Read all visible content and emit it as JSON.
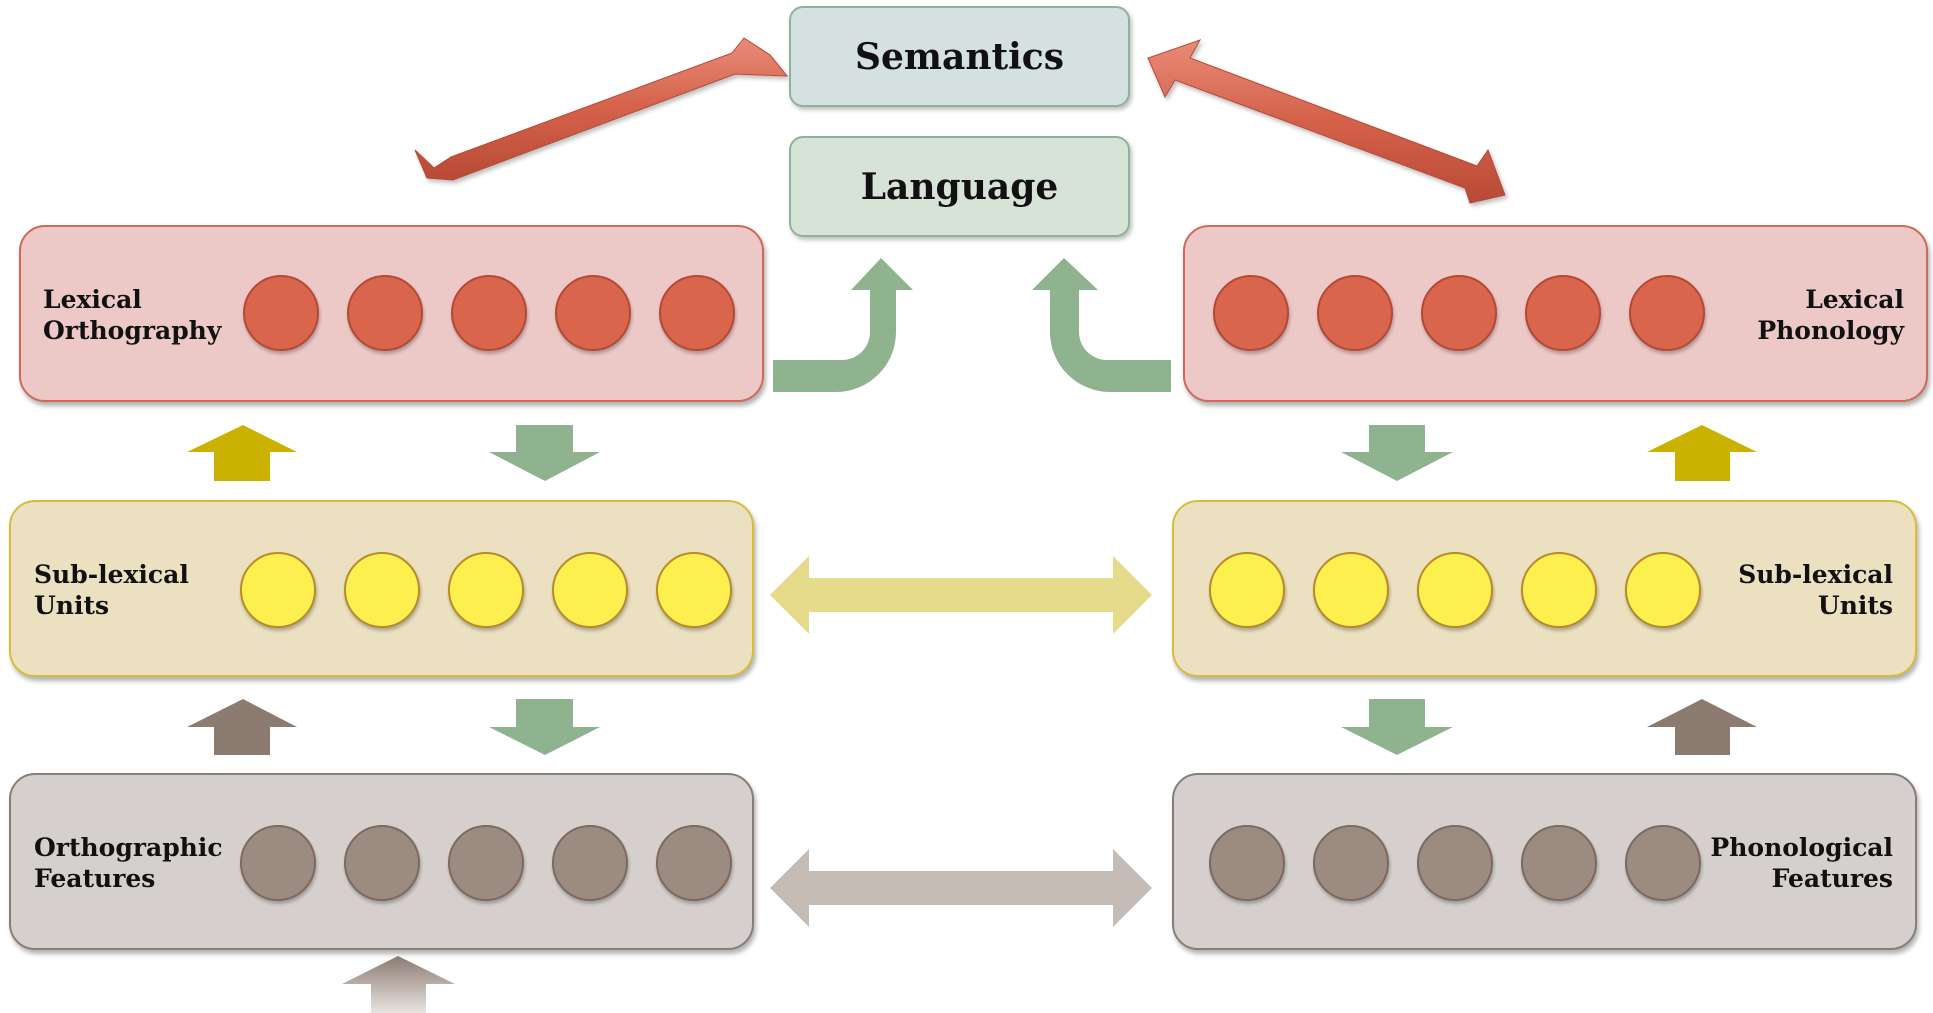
{
  "top": {
    "semantics_label": "Semantics",
    "language_label": "Language"
  },
  "left": {
    "lexical": {
      "line1": "Lexical",
      "line2": "Orthography"
    },
    "sublexical": {
      "line1": "Sub-lexical",
      "line2": "Units"
    },
    "features": {
      "line1": "Orthographic",
      "line2": "Features"
    }
  },
  "right": {
    "lexical": {
      "line1": "Lexical",
      "line2": "Phonology"
    },
    "sublexical": {
      "line1": "Sub-lexical",
      "line2": "Units"
    },
    "features": {
      "line1": "Phonological",
      "line2": "Features"
    }
  },
  "units_per_layer": 5,
  "colors": {
    "lexical_box": "#ecc9c7",
    "lexical_border": "#d2685a",
    "lexical_unit": "#d9654c",
    "sublexical_box": "#ebe1c1",
    "sublexical_border": "#d6bd3a",
    "sublexical_unit": "#fdef4e",
    "features_box": "#d5d0cd",
    "features_border": "#8a7d75",
    "features_unit": "#9c8b80",
    "semantics_box": "#d5e0e1",
    "language_box": "#d8e3d7",
    "green_arrow": "#8fb38e",
    "olive_arrow": "#ccb200",
    "brown_arrow": "#8b7b71",
    "red_arrow": "#d4614a",
    "yellow_link": "#e6db8a",
    "gray_link": "#c5bbb5"
  }
}
